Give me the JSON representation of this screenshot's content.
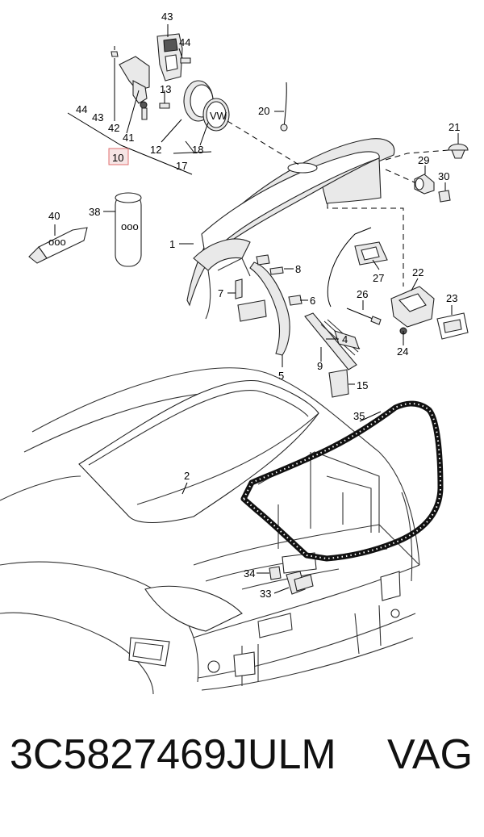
{
  "callouts": [
    "1",
    "2",
    "4",
    "5",
    "6",
    "7",
    "8",
    "9",
    "10",
    "12",
    "13",
    "15",
    "17",
    "18",
    "20",
    "21",
    "22",
    "23",
    "24",
    "26",
    "27",
    "29",
    "30",
    "33",
    "34",
    "35",
    "38",
    "40",
    "41",
    "42",
    "43",
    "44"
  ],
  "highlight_color": "#e07070",
  "footer": {
    "part_number": "3C5827469JULM",
    "brand": "VAG"
  }
}
